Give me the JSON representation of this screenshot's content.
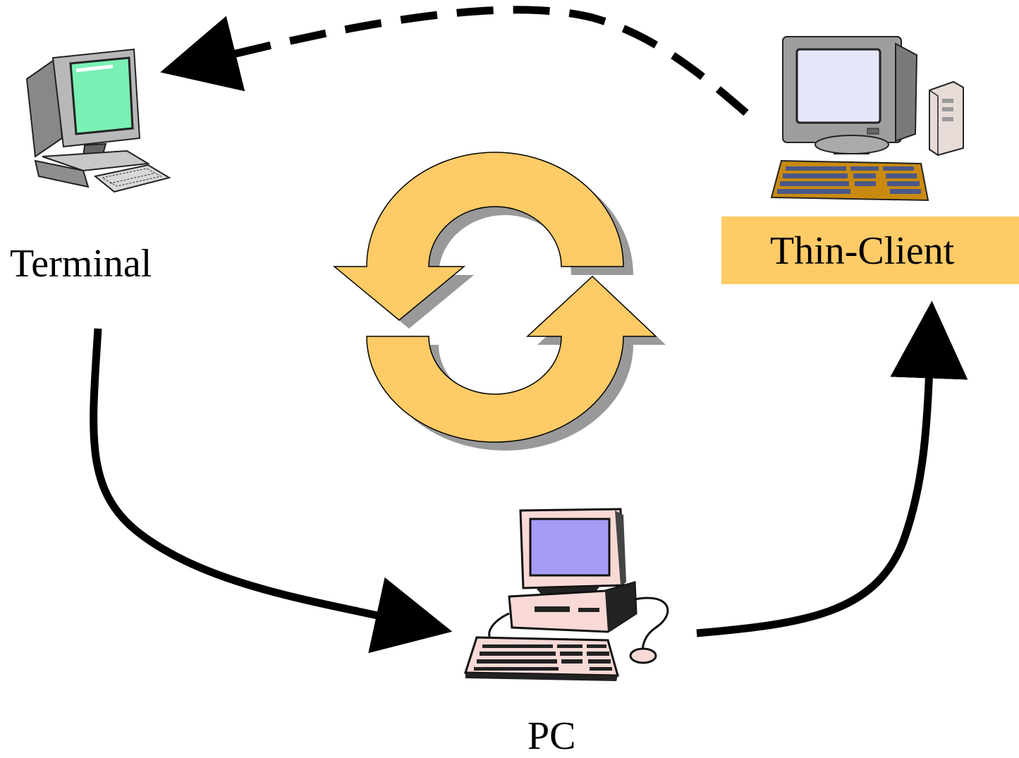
{
  "colors": {
    "accent": "#FECB66",
    "cycle_shadow": "#999999",
    "terminal_screen": "#7AF0B4",
    "screen_blue": "#E6E6FA",
    "screen_purple": "#A79CF4",
    "pc_body": "#F8D9D5",
    "keyboard_orange": "#C98A10"
  },
  "nodes": {
    "terminal": {
      "label": "Terminal",
      "icon": "terminal-computer-icon"
    },
    "pc": {
      "label": "PC",
      "icon": "pc-computer-icon"
    },
    "thin_client": {
      "label": "Thin-Client",
      "icon": "thin-client-computer-icon"
    }
  },
  "edges": [
    {
      "from": "thin_client",
      "to": "terminal",
      "style": "dashed"
    },
    {
      "from": "terminal",
      "to": "pc",
      "style": "solid"
    },
    {
      "from": "pc",
      "to": "thin_client",
      "style": "solid"
    }
  ],
  "center_icon": "cycle-arrows-icon"
}
